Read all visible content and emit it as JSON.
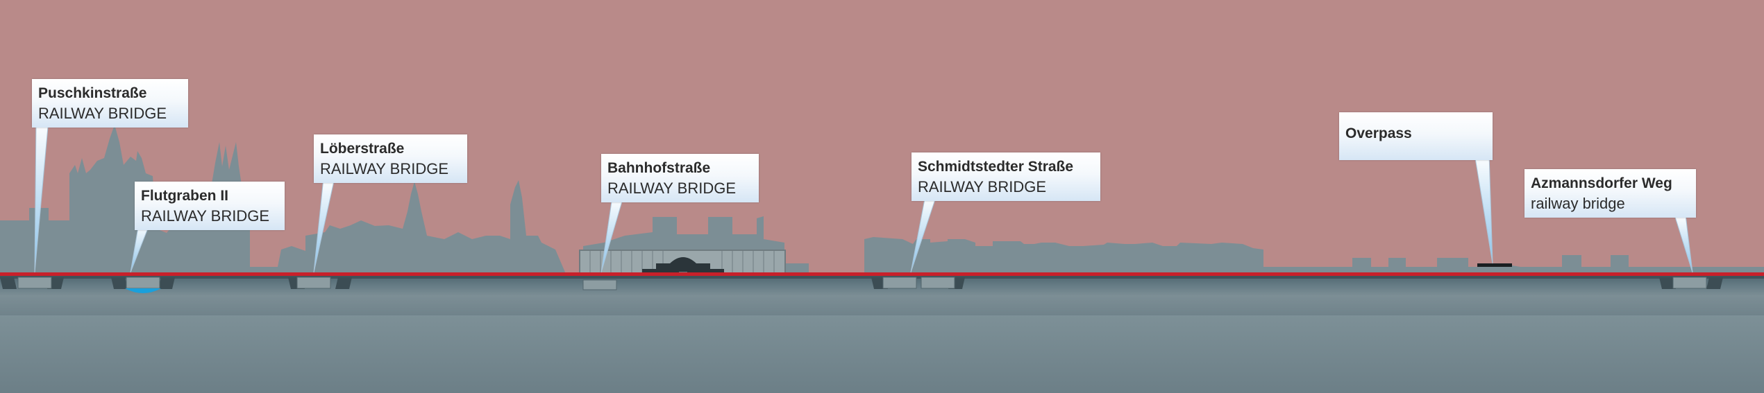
{
  "colors": {
    "sky": "#b98a89",
    "skyline": "#7c8e95",
    "rail_line": "#c8202a",
    "ground_dark": "#566b74",
    "ground_light": "#7a8d94",
    "bridge": "#8d9da2",
    "water": "#1aa0dc"
  },
  "callouts": [
    {
      "name": "Puschkinstraße",
      "kind": "RAILWAY BRIDGE"
    },
    {
      "name": "Flutgraben II",
      "kind": "RAILWAY BRIDGE"
    },
    {
      "name": "Löberstraße",
      "kind": "RAILWAY BRIDGE"
    },
    {
      "name": "Bahnhofstraße",
      "kind": "RAILWAY BRIDGE"
    },
    {
      "name": "Schmidtstedter Straße",
      "kind": "RAILWAY BRIDGE"
    },
    {
      "name": "Overpass",
      "kind": ""
    },
    {
      "name": "Azmannsdorfer Weg",
      "kind": "railway bridge"
    }
  ]
}
